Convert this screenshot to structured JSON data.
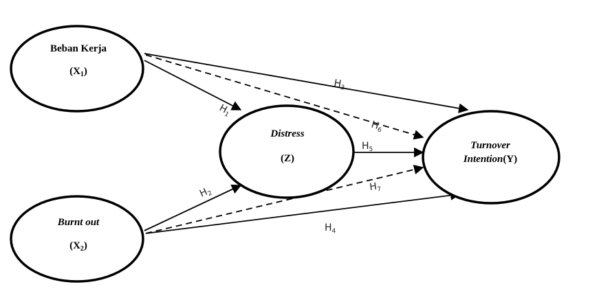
{
  "nodes": {
    "x1": {
      "name": "Beban Kerja",
      "code": "(X",
      "sub": "1",
      "close": ")"
    },
    "x2": {
      "name": "Burnt out",
      "code": "(X",
      "sub": "2",
      "close": ")"
    },
    "z": {
      "name": "Distress",
      "code": "(Z)"
    },
    "y": {
      "line1": "Turnover",
      "line2": "Intention",
      "code": "(Y)"
    }
  },
  "hypotheses": {
    "h1": {
      "main": "H",
      "sub": "1"
    },
    "h2": {
      "main": "H",
      "sub": "2"
    },
    "h3": {
      "main": "H",
      "sub": "3"
    },
    "h4": {
      "main": "H",
      "sub": "4"
    },
    "h5": {
      "main": "H",
      "sub": "5"
    },
    "h6": {
      "main": "H",
      "sub": "6"
    },
    "h7": {
      "main": "H",
      "sub": "7"
    }
  }
}
